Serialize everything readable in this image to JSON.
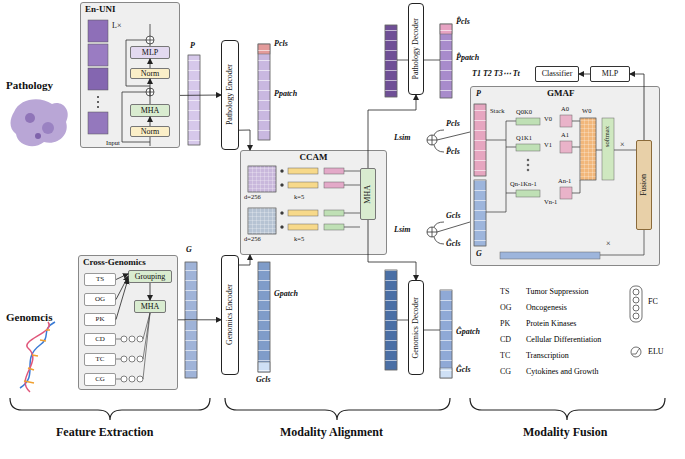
{
  "diagram": {
    "nodes": [
      {
        "text": [
          "En-UNI"
        ]
      },
      {
        "text": [
          "MLP"
        ],
        "in": 0
      },
      {
        "text": [
          "Norm"
        ],
        "in": 0
      },
      {
        "text": [
          "MHA"
        ],
        "in": 0
      },
      {
        "text": [
          "Norm"
        ],
        "in": 0
      },
      {
        "text": [
          "Pathology Encoder"
        ]
      },
      {
        "text": [
          "Pathology Decoder"
        ]
      },
      {
        "text": [
          "CCAM"
        ]
      },
      {
        "text": [
          "MHA"
        ],
        "in": 7
      },
      {
        "text": [
          "Cross-Genomics"
        ]
      },
      {
        "text": [
          "TS"
        ],
        "in": 9
      },
      {
        "text": [
          "OG"
        ],
        "in": 9
      },
      {
        "text": [
          "PK"
        ],
        "in": 9
      },
      {
        "text": [
          "CD"
        ],
        "in": 9
      },
      {
        "text": [
          "TC"
        ],
        "in": 9
      },
      {
        "text": [
          "CG"
        ],
        "in": 9
      },
      {
        "text": [
          "Grouping"
        ],
        "in": 9
      },
      {
        "text": [
          "MHA"
        ],
        "in": 9
      },
      {
        "text": [
          "Genomics Encoder"
        ]
      },
      {
        "text": [
          "Genomics Decoder"
        ]
      },
      {
        "text": [
          "GMAF"
        ]
      },
      {
        "text": [
          "Fusion"
        ],
        "in": 20
      },
      {
        "text": [
          "MLP"
        ]
      },
      {
        "text": [
          "Classifier"
        ]
      }
    ],
    "edges": [
      {
        "from": 0,
        "to": 5,
        "arrow": "to"
      },
      {
        "from": 5,
        "to": 7,
        "arrow": "to"
      },
      {
        "from": 18,
        "to": 7,
        "arrow": "to"
      },
      {
        "from": 8,
        "to": 6,
        "arrow": "to"
      },
      {
        "from": 8,
        "to": 19,
        "arrow": "to"
      },
      {
        "from": 9,
        "to": 18,
        "arrow": "to"
      },
      {
        "from": 4,
        "to": 3,
        "arrow": "to"
      },
      {
        "from": 3,
        "to": 2,
        "arrow": "to"
      },
      {
        "from": 2,
        "to": 1,
        "arrow": "to"
      },
      {
        "from": 10,
        "to": 16,
        "arrow": "to"
      },
      {
        "from": 11,
        "to": 16,
        "arrow": "to"
      },
      {
        "from": 12,
        "to": 16,
        "arrow": "to"
      },
      {
        "from": 16,
        "to": 17,
        "arrow": "to"
      },
      {
        "from": 21,
        "to": 22,
        "arrow": "to"
      },
      {
        "from": 22,
        "to": 23,
        "arrow": "to"
      }
    ],
    "labels": [
      "Pathology",
      "Genomcis",
      "L×",
      "Input",
      "P",
      "Pcls",
      "Ppatch",
      "P̂cls",
      "P̂patch",
      "d=256",
      "k=5",
      "d=256",
      "k=5",
      "Lsim",
      "Pcls",
      "P̂cls",
      "Lsim",
      "Gcls",
      "Ĝcls",
      "G",
      "Gpatch",
      "Gcls",
      "Ĝpatch",
      "Ĝcls",
      "T1 T2 T3⋯ Tt",
      "P",
      "G",
      "Stack",
      "Q0K0",
      "V0",
      "A0",
      "Q1K1",
      "V1",
      "A1",
      "Qn-1Kn-1",
      "Vn-1",
      "An-1",
      "W0",
      "softmax",
      "×",
      "×",
      "TS",
      "OG",
      "PK",
      "CD",
      "TC",
      "CG",
      "Feature Extraction",
      "Modality Alignment",
      "Modality Fusion"
    ],
    "legend": [
      {
        "text": "Tumor Suppression"
      },
      {
        "text": "Oncogenesis"
      },
      {
        "text": "Protein Kinases"
      },
      {
        "text": "Cellular Differentiation"
      },
      {
        "text": "Transcription"
      },
      {
        "text": "Cytokines and Growth"
      },
      {
        "text": "FC"
      },
      {
        "text": "ELU"
      }
    ]
  }
}
